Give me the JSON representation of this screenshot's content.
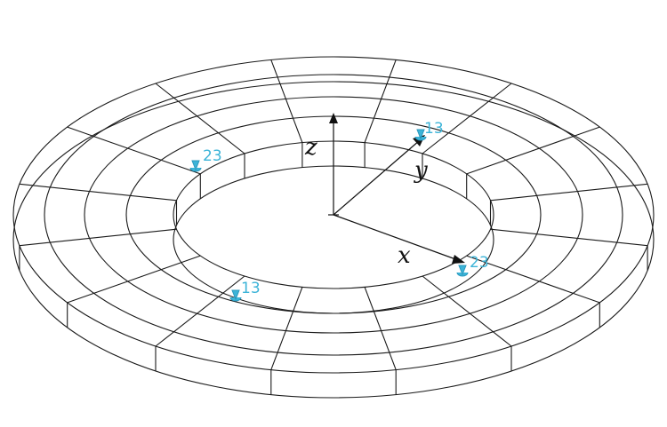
{
  "axes": {
    "x": "x",
    "y": "y",
    "z": "z"
  },
  "constraints": [
    {
      "id": "c1",
      "label": "13"
    },
    {
      "id": "c2",
      "label": "23"
    },
    {
      "id": "c3",
      "label": "13"
    },
    {
      "id": "c4",
      "label": "23"
    }
  ],
  "mesh": {
    "radial_divisions": 16,
    "ring_count": 4
  },
  "colors": {
    "line": "#1a1a1a",
    "constraint": "#3cb4d8"
  }
}
